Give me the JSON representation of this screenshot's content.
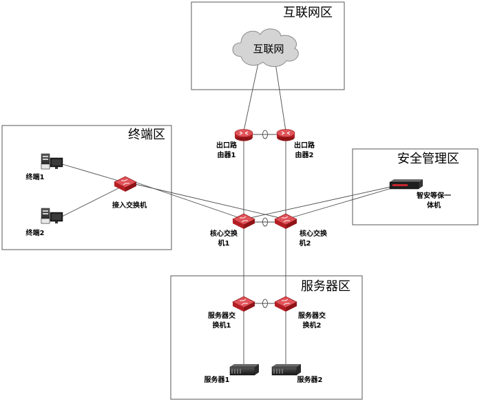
{
  "zones": {
    "internet": {
      "title": "互联网区"
    },
    "terminal": {
      "title": "终端区"
    },
    "security": {
      "title": "安全管理区"
    },
    "server": {
      "title": "服务器区"
    }
  },
  "nodes": {
    "cloud": {
      "label": "互联网",
      "icon": "cloud-icon"
    },
    "router1": {
      "line1": "出口路",
      "line2": "由器1",
      "icon": "router-icon"
    },
    "router2": {
      "line1": "出口路",
      "line2": "由器2",
      "icon": "router-icon"
    },
    "access_switch": {
      "label": "接入交换机",
      "icon": "switch-icon"
    },
    "terminal1": {
      "label": "终端1",
      "icon": "desktop-computer-icon"
    },
    "terminal2": {
      "label": "终端2",
      "icon": "desktop-computer-icon"
    },
    "core1": {
      "line1": "核心交换",
      "line2": "机1",
      "icon": "switch-icon"
    },
    "core2": {
      "line1": "核心交换",
      "line2": "机2",
      "icon": "switch-icon"
    },
    "security_appliance": {
      "line1": "智安等保一",
      "line2": "体机",
      "icon": "appliance-icon"
    },
    "server_switch1": {
      "line1": "服务器交",
      "line2": "换机1",
      "icon": "switch-icon"
    },
    "server_switch2": {
      "line1": "服务器交",
      "line2": "换机2",
      "icon": "switch-icon"
    },
    "server1": {
      "label": "服务器1",
      "icon": "rack-server-icon"
    },
    "server2": {
      "label": "服务器2",
      "icon": "rack-server-icon"
    }
  },
  "colors": {
    "device_red": "#c8262c",
    "device_red_dark": "#8f1418",
    "cloud_fill": "#d4d4d4",
    "zone_border": "#555555"
  }
}
